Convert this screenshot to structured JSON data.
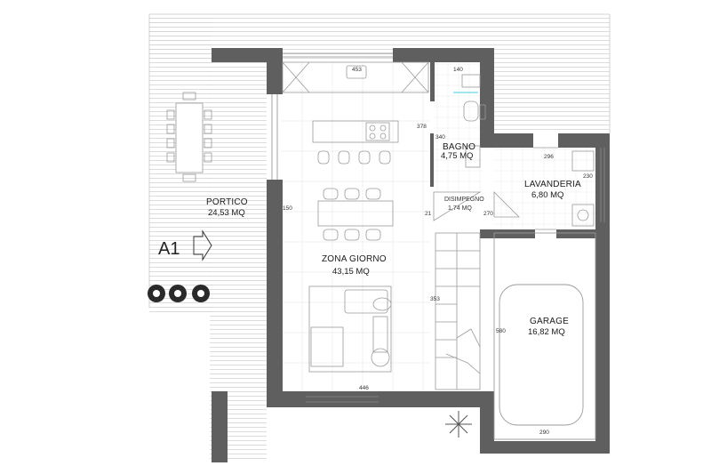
{
  "rooms": {
    "portico": {
      "name": "PORTICO",
      "area": "24,53 MQ"
    },
    "zona_giorno": {
      "name": "ZONA GIORNO",
      "area": "43,15 MQ"
    },
    "bagno": {
      "name": "BAGNO",
      "area": "4,75 MQ"
    },
    "disimpegno": {
      "name": "DISIMPEGNO",
      "area": "1,74 MQ"
    },
    "lavanderia": {
      "name": "LAVANDERIA",
      "area": "6,80 MQ"
    },
    "garage": {
      "name": "GARAGE",
      "area": "16,82 MQ"
    }
  },
  "dimensions": {
    "d453": "453",
    "d140": "140",
    "d378": "378",
    "d340": "340",
    "d296": "296",
    "d230": "230",
    "d150": "150",
    "d353": "353",
    "d580": "580",
    "d446": "446",
    "d290": "290",
    "d21": "21",
    "d270": "270"
  },
  "section_marker": {
    "label": "A1"
  },
  "colors": {
    "wall": "#5f5f5f",
    "hatch": "#d9d9d9",
    "furniture": "#9a9a9a",
    "text": "#1a1a1a"
  }
}
